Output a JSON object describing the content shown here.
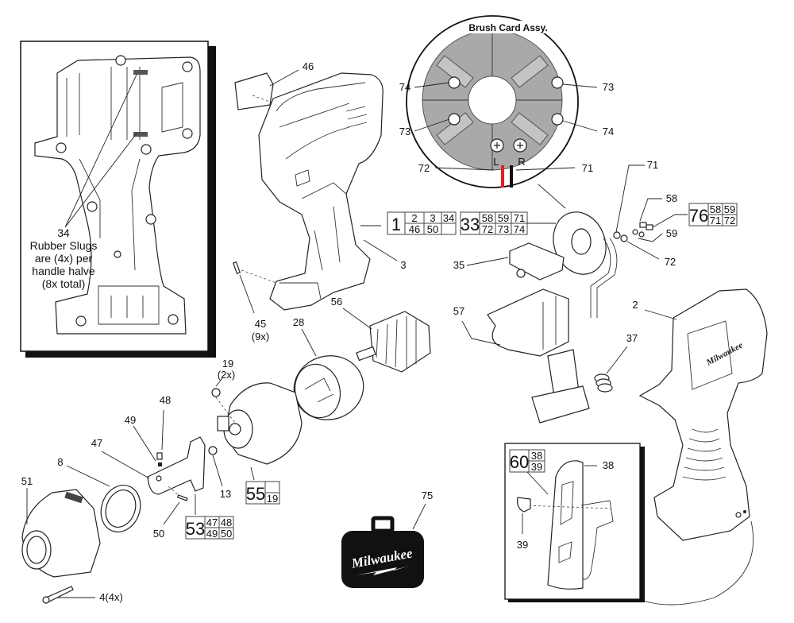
{
  "diagram": {
    "title": "Milwaukee impact driver exploded parts diagram",
    "brand": "Milwaukee",
    "brush_card_title": "Brush Card Assy.",
    "wire_labels": {
      "left": "L",
      "right": "R"
    },
    "colors": {
      "wire_left": "#e02020",
      "wire_right": "#111111",
      "brush_card_gray": "#a9a9a9",
      "case": "#111111"
    },
    "inset_handle": {
      "callout": "34",
      "note_lines": [
        "Rubber Slugs",
        "are (4x) per",
        "handle halve",
        "(8x total)"
      ]
    },
    "callouts": {
      "p46": "46",
      "p1": "1",
      "p3": "3",
      "p45": "45",
      "p45_qty": "(9x)",
      "p28": "28",
      "p56": "56",
      "p19": "19",
      "p19_qty": "(2x)",
      "p48": "48",
      "p49": "49",
      "p47": "47",
      "p8": "8",
      "p51": "51",
      "p50": "50",
      "p13": "13",
      "p4": "4(4x)",
      "p75": "75",
      "p35": "35",
      "p57": "57",
      "p37": "37",
      "p2": "2",
      "p71_top": "71",
      "p58": "58",
      "p59": "59",
      "p72_right": "72",
      "bc_74_left": "74",
      "bc_73_left": "73",
      "bc_73_right": "73",
      "bc_74_right": "74",
      "bc_72": "72",
      "bc_71": "71",
      "p38": "38",
      "p39": "39"
    },
    "kits": [
      {
        "id": "1",
        "cells": [
          [
            "2",
            "3",
            "34"
          ],
          [
            "46",
            "50",
            ""
          ]
        ]
      },
      {
        "id": "33",
        "cells": [
          [
            "58",
            "59",
            "71"
          ],
          [
            "72",
            "73",
            "74"
          ]
        ]
      },
      {
        "id": "76",
        "cells": [
          [
            "58",
            "59"
          ],
          [
            "71",
            "72"
          ]
        ]
      },
      {
        "id": "55",
        "cells": [
          [
            ""
          ],
          [
            "19"
          ]
        ]
      },
      {
        "id": "53",
        "cells": [
          [
            "47",
            "48"
          ],
          [
            "49",
            "50"
          ]
        ]
      },
      {
        "id": "60",
        "cells": [
          [
            "38"
          ],
          [
            "39"
          ]
        ]
      }
    ]
  }
}
